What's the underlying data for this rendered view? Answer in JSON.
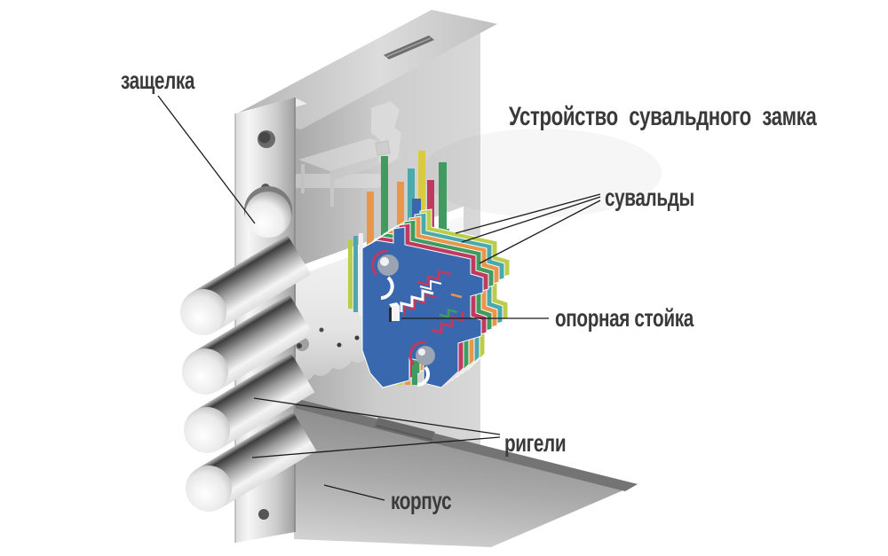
{
  "title": "Устройство сувальдного замка",
  "labels": {
    "latch": "защелка",
    "levers": "сувальды",
    "support_post": "опорная стойка",
    "bolts": "ригели",
    "body": "корпус"
  },
  "parts": {
    "lever_count": 6,
    "bolt_count": 4,
    "type": "lever lock cutaway diagram"
  },
  "colors": {
    "text": "#3a3a3a",
    "leader_line": "#1b1b1b",
    "levers": [
      "#3a68ae",
      "#c03a60",
      "#3f9b5f",
      "#e8964a",
      "#4aa9ac",
      "#bccd4b"
    ],
    "spring_yellow": "#d8cb3d",
    "metal_light": "#f2f2f2",
    "metal_dark": "#8c8c8c",
    "case_panel": "#c6c6c6"
  }
}
